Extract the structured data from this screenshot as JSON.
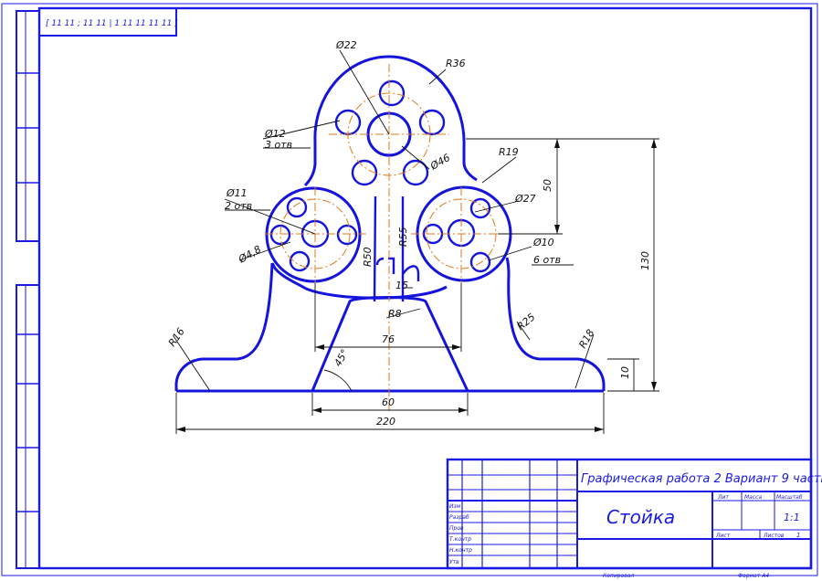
{
  "colors": {
    "frame": "#1a1ae6",
    "part_outline": "#1414dd",
    "centerline": "#e07a1c",
    "dimension": "#111111"
  },
  "drawing": {
    "corner_stamp": "[ 11 11 ; 11 11 | 1 11 11 11 11 ]",
    "dimensions": {
      "d22": "Ø22",
      "r36": "R36",
      "d12": "Ø12",
      "d12_count": "3 отв",
      "d46": "Ø46",
      "r19": "R19",
      "d11": "Ø11",
      "d11_count": "2 отв",
      "d27": "Ø27",
      "d10": "Ø10",
      "d10_count": "6 отв",
      "d48": "Ø4,8",
      "r50": "R50",
      "r55": "R55",
      "d50": "50",
      "d130": "130",
      "d15": "15",
      "r8": "R8",
      "d76": "76",
      "r16": "R16",
      "r25": "R25",
      "r18": "R18",
      "d10_height": "10",
      "angle": "45°",
      "d60": "60",
      "d220": "220"
    }
  },
  "title_block": {
    "work_title": "Графическая работа 2 Вариант 9 часть 2",
    "part_name": "Стойка",
    "scale": "1:1",
    "sheet": "1",
    "col_lit": "Лит",
    "col_mass": "Масса",
    "col_scale": "Масштаб",
    "col_sheet": "Лист",
    "col_sheets": "Листов",
    "row_labels": [
      "Изм",
      "Разраб",
      "Пров",
      "Т.контр",
      "Н.контр",
      "Утв"
    ],
    "copied": "Копировал",
    "format": "Формат А4"
  }
}
